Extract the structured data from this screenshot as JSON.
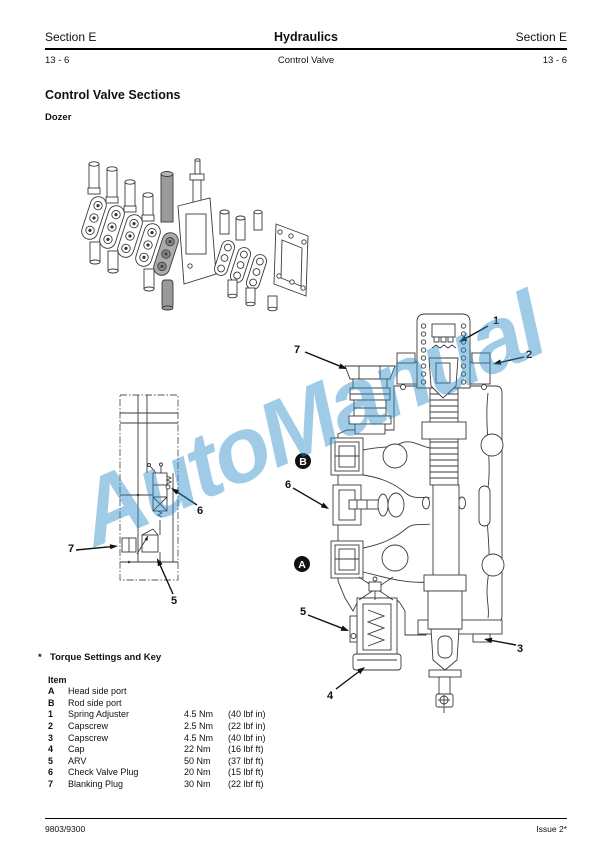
{
  "header": {
    "section_left": "Section E",
    "title": "Hydraulics",
    "section_right": "Section E",
    "page_left": "13 - 6",
    "subtitle": "Control Valve",
    "page_right": "13 - 6"
  },
  "content": {
    "heading": "Control Valve Sections",
    "subheading": "Dozer"
  },
  "watermark": {
    "text": "AutoManual",
    "color": "#5aa8d8"
  },
  "diagrams": {
    "schematic": {
      "callouts": {
        "blanking_plug": "7",
        "arv": "5",
        "check_valve": "6"
      }
    },
    "cross_section": {
      "callouts": {
        "spring_adjuster": "1",
        "capscrew_top": "2",
        "capscrew_bottom": "3",
        "cap": "4",
        "arv": "5",
        "check_valve_plug": "6",
        "blanking_plug": "7"
      },
      "markers": {
        "rod_side_port": "B",
        "head_side_port": "A"
      }
    }
  },
  "torque_key": {
    "marker": "*",
    "heading": "Torque Settings and Key",
    "column_header": "Item",
    "rows": [
      {
        "item": "A",
        "description": "Head side port"
      },
      {
        "item": "B",
        "description": "Rod side port"
      },
      {
        "item": "1",
        "description": "Spring Adjuster",
        "metric": "4.5 Nm",
        "imperial": "(40 lbf in)"
      },
      {
        "item": "2",
        "description": "Capscrew",
        "metric": "2.5 Nm",
        "imperial": "(22 lbf in)"
      },
      {
        "item": "3",
        "description": "Capscrew",
        "metric": "4.5 Nm",
        "imperial": "(40 lbf in)"
      },
      {
        "item": "4",
        "description": "Cap",
        "metric": "22 Nm",
        "imperial": "(16 lbf ft)"
      },
      {
        "item": "5",
        "description": "ARV",
        "metric": "50 Nm",
        "imperial": "(37 lbf ft)"
      },
      {
        "item": "6",
        "description": "Check Valve Plug",
        "metric": "20 Nm",
        "imperial": "(15 lbf ft)"
      },
      {
        "item": "7",
        "description": "Blanking Plug",
        "metric": "30 Nm",
        "imperial": "(22 lbf ft)"
      }
    ]
  },
  "footer": {
    "publication": "9803/9300",
    "issue": "Issue 2*"
  }
}
